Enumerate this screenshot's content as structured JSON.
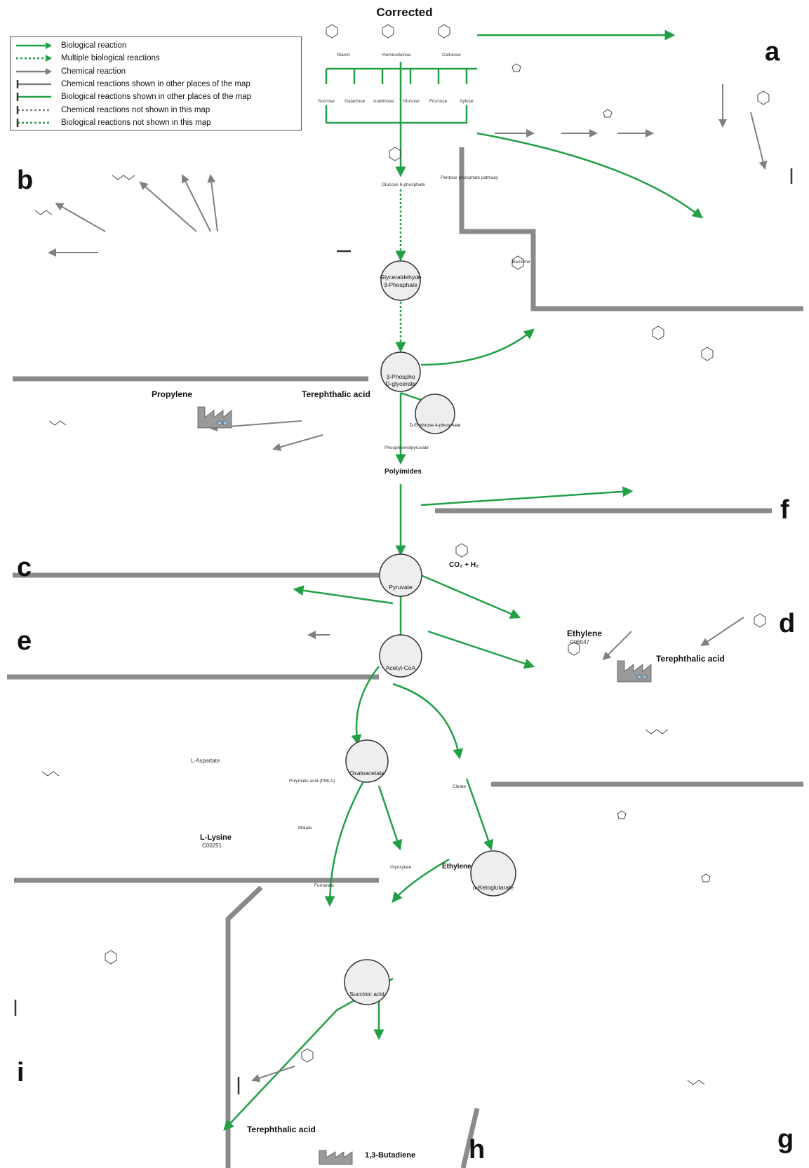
{
  "title": "Corrected",
  "legend": [
    {
      "label": "Biological reaction",
      "style": "bio"
    },
    {
      "label": "Multiple biological reactions",
      "style": "multi"
    },
    {
      "label": "Chemical reaction",
      "style": "chem"
    },
    {
      "label": "Chemical reactions shown in other places of the map",
      "style": "chem-other"
    },
    {
      "label": "Biological reactions shown in other places of the map",
      "style": "bio-other"
    },
    {
      "label": "Chemical reactions not shown in this map",
      "style": "chem-not"
    },
    {
      "label": "Biological reactions not shown in this map",
      "style": "bio-not"
    }
  ],
  "colors": {
    "bio": "#22a045",
    "chem": "#808080",
    "text": "#111111"
  },
  "panels": {
    "a": "a",
    "b": "b",
    "c": "c",
    "d": "d",
    "e": "e",
    "f": "f",
    "g": "g",
    "h": "h",
    "i": "i"
  },
  "hubs": {
    "gap": [
      "Glyceraldehyde",
      "3-Phosphate"
    ],
    "pg": [
      "3-Phospho",
      "D-glycerate"
    ],
    "e4p": [
      "D-Erythrose 4-phosphate"
    ],
    "pyr": [
      "Pyruvate"
    ],
    "acoa": [
      "Acetyl-CoA"
    ],
    "oaa": [
      "Oxaloacetate"
    ],
    "akg": [
      "α-Ketoglutarate"
    ],
    "suc": [
      "Succinic acid"
    ]
  },
  "sugars": [
    "Starch",
    "Hemicellulose",
    "Cellulose"
  ],
  "monosaccharides": [
    "Sucrose",
    "Galactose",
    "Arabinose",
    "Glucose",
    "Fructose",
    "Xylose"
  ],
  "labels": {
    "g6p": "Glucose 6-phosphate",
    "ppp": "Pentose phosphate pathway",
    "pep": "Phosphoenolpyruvate",
    "propylene": "Propylene",
    "tpa": "Terephthalic acid",
    "polyimides": "Polyimides",
    "ethylene_top": "Ethylene",
    "ethylene_code": "C06547",
    "tpa_d": "Terephthalic acid",
    "lysine": "L-Lysine",
    "lysine_code": "C00251",
    "aspartate": "L-Aspartate",
    "pmla": "Polymalic acid (PMLA)",
    "malate": "Malate",
    "fumarate": "Fumarate",
    "citrate": "Citrate",
    "glyoxylate": "Glyoxylate",
    "ethylene_mid": "Ethylene",
    "tpa_h": "Terephthalic acid",
    "butadiene": "1,3-Butadiene",
    "co2h2": "CO₂ + H₂",
    "benzene": "Benzene"
  }
}
